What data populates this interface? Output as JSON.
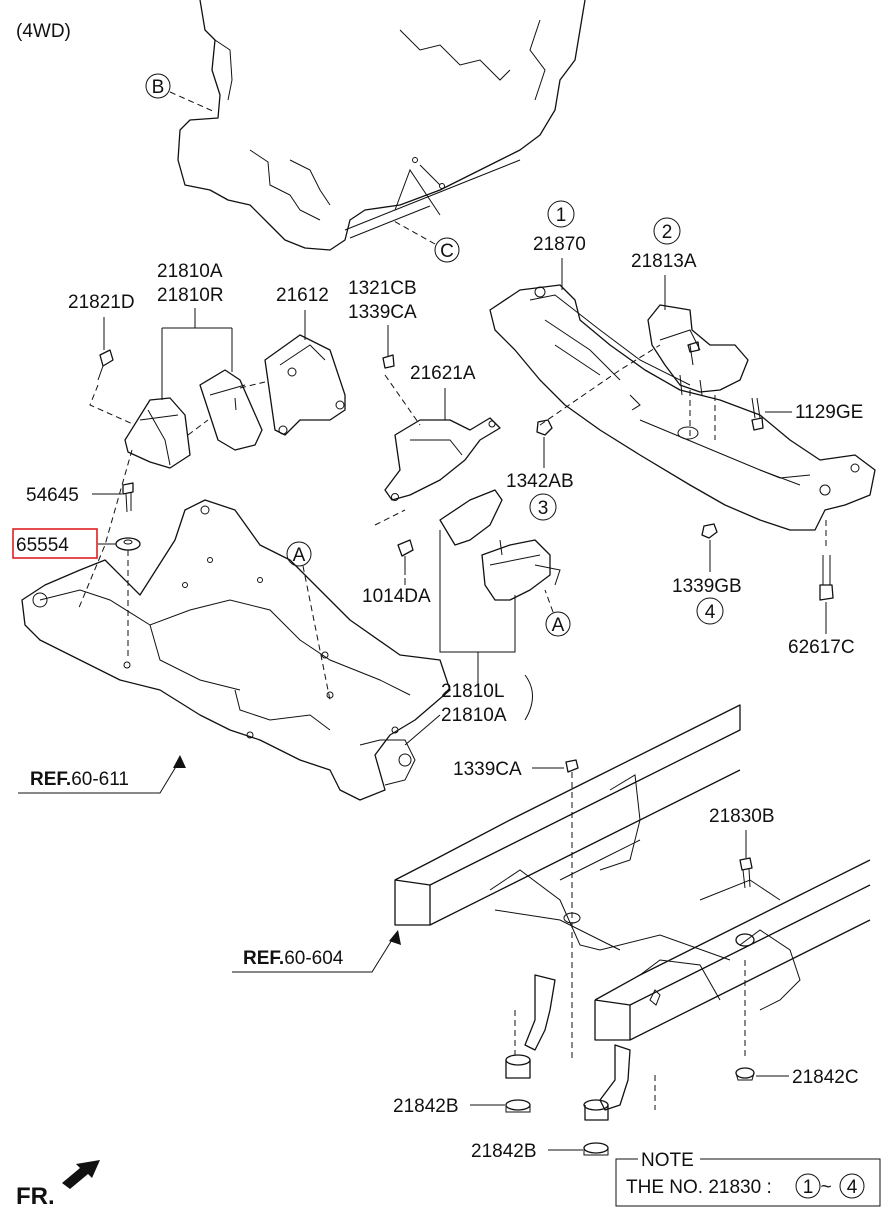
{
  "header": {
    "variant": "(4WD)"
  },
  "callouts": {
    "b": "B",
    "c": "C",
    "a1": "A",
    "a2": "A"
  },
  "labels": {
    "p21821D": "21821D",
    "p21810A_top": "21810A",
    "p21810R": "21810R",
    "p21612": "21612",
    "p1321CB": "1321CB",
    "p1339CA_top": "1339CA",
    "p21621A": "21621A",
    "p54645": "54645",
    "p65554": "65554",
    "p1014DA": "1014DA",
    "p21810L": "21810L",
    "p21810A_bottom": "21810A",
    "p21870": "21870",
    "p21813A": "21813A",
    "p1129GE": "1129GE",
    "p1342AB": "1342AB",
    "p1339GB": "1339GB",
    "p62617C": "62617C",
    "p1339CA_bottom": "1339CA",
    "p21830B": "21830B",
    "p21842C": "21842C",
    "p21842B_1": "21842B",
    "p21842B_2": "21842B"
  },
  "circled_numbers": {
    "n1": "1",
    "n2": "2",
    "n3": "3",
    "n4": "4"
  },
  "refs": {
    "ref1": {
      "prefix": "REF.",
      "code": "60-611"
    },
    "ref2": {
      "prefix": "REF.",
      "code": "60-604"
    }
  },
  "direction": {
    "front": "FR."
  },
  "note": {
    "title": "NOTE",
    "text": "THE NO. 21830 :",
    "range_start": "1",
    "range_sep": "~",
    "range_end": "4"
  },
  "highlight": {
    "part": "65554",
    "color": "#e02020"
  }
}
